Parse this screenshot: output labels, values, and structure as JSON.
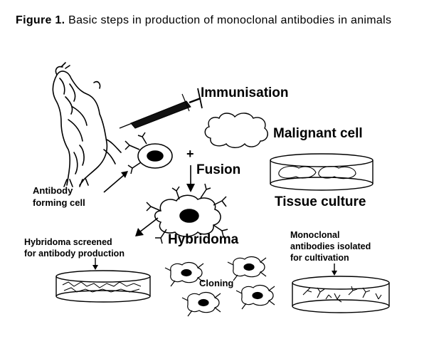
{
  "caption": {
    "label": "Figure 1.",
    "text": " Basic steps in production of monoclonal antibodies in animals"
  },
  "diagram": {
    "immunisation": "Immunisation",
    "malignant_cell": "Malignant cell",
    "fusion": "Fusion",
    "plus": "+",
    "antibody_forming_cell": [
      "Antibody",
      "forming cell"
    ],
    "tissue_culture": "Tissue culture",
    "hybridoma": "Hybridoma",
    "hybridoma_screened": [
      "Hybridoma screened",
      "for antibody production"
    ],
    "monoclonal_isolated": [
      "Monoclonal",
      "antibodies isolated",
      "for cultivation"
    ],
    "cloning": "Cloning"
  }
}
